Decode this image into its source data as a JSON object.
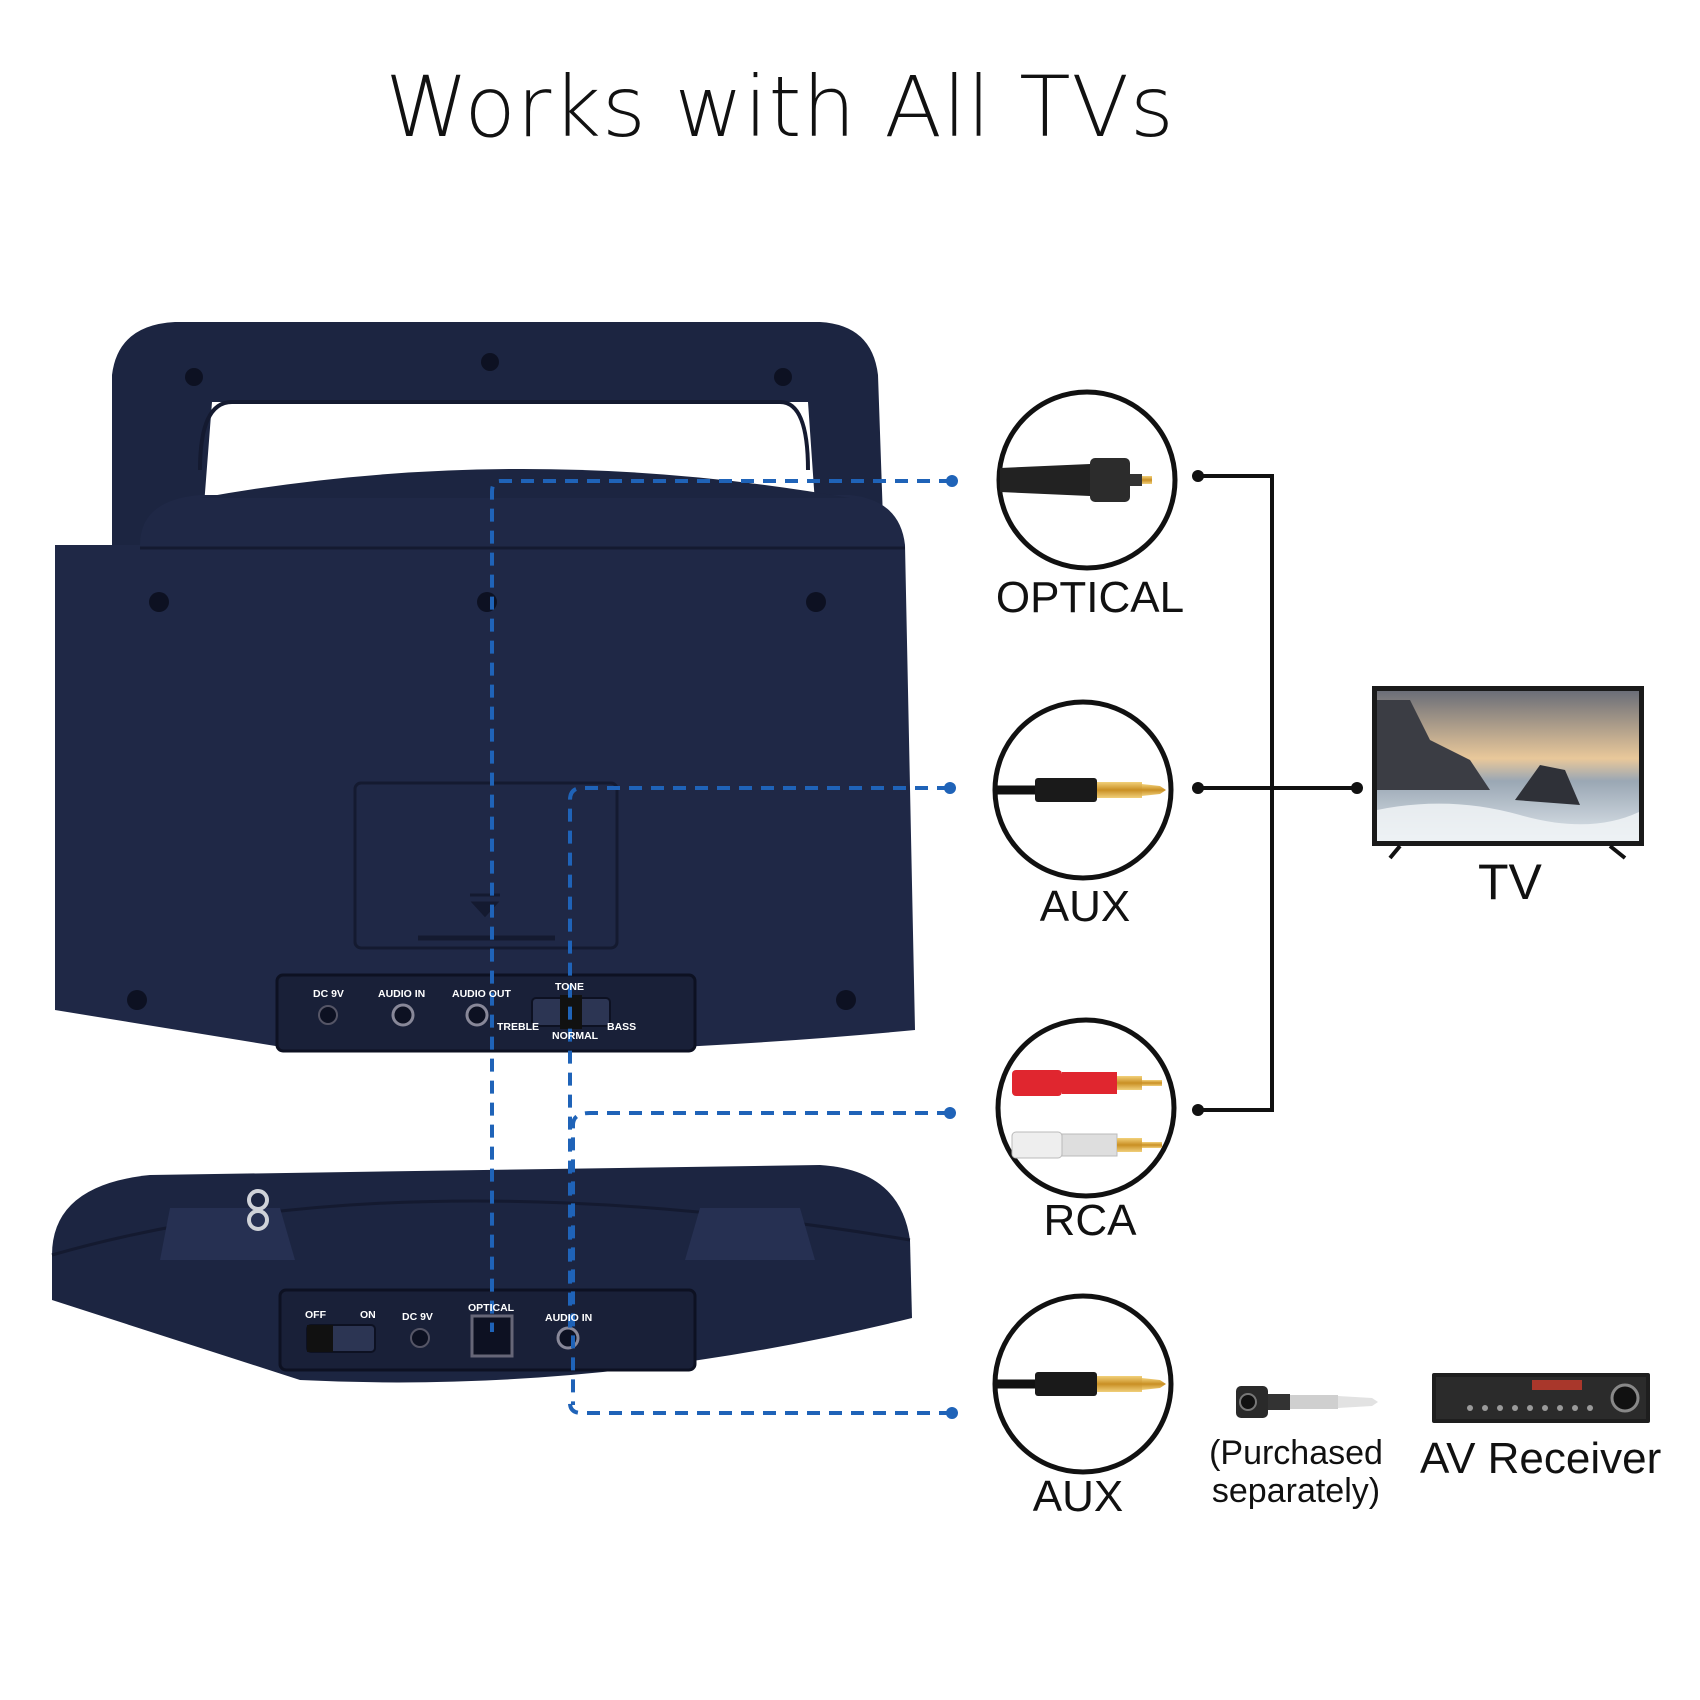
{
  "title": "Works with All TVs",
  "transmitter_panel": {
    "dc": "DC 9V",
    "audio_in": "AUDIO IN",
    "audio_out": "AUDIO OUT",
    "tone": "TONE",
    "treble": "TREBLE",
    "normal": "NORMAL",
    "bass": "BASS"
  },
  "base_panel": {
    "off": "OFF",
    "on": "ON",
    "dc": "DC 9V",
    "optical": "OPTICAL",
    "audio_in": "AUDIO IN"
  },
  "connectors": [
    {
      "label": "OPTICAL",
      "icon": "optical-plug-icon"
    },
    {
      "label": "AUX",
      "icon": "aux-plug-icon"
    },
    {
      "label": "RCA",
      "icon": "rca-plug-icon"
    },
    {
      "label": "AUX",
      "icon": "aux-plug-icon"
    }
  ],
  "tv_label": "TV",
  "adapter_note": "(Purchased separately)",
  "av_receiver_label": "AV Receiver",
  "colors": {
    "device": "#1c2541",
    "device_dark": "#141a30",
    "dashed_line": "#1f63b8",
    "rca_red": "#e0262f",
    "gold": "#d6a43a"
  }
}
